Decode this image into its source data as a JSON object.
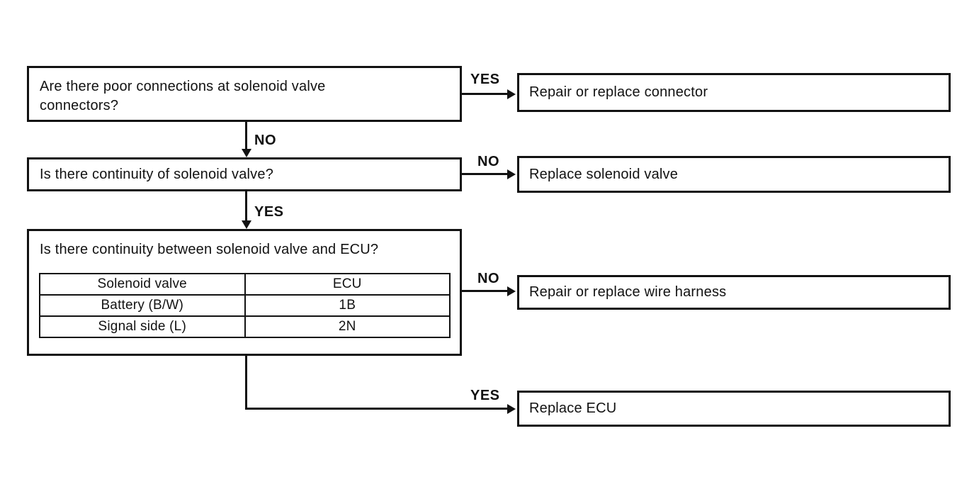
{
  "flowchart": {
    "steps": [
      {
        "question": "Are there poor connections at solenoid valve connectors?",
        "yes_label": "YES",
        "no_label": "NO"
      },
      {
        "question": "Is there continuity of solenoid valve?",
        "no_label": "NO",
        "yes_label": "YES"
      },
      {
        "question": "Is there continuity between solenoid valve and ECU?",
        "no_label": "NO",
        "yes_label": "YES"
      }
    ],
    "results": [
      {
        "text": "Repair or replace connector"
      },
      {
        "text": "Replace solenoid valve"
      },
      {
        "text": "Repair or replace wire harness"
      },
      {
        "text": "Replace ECU"
      }
    ],
    "pin_table": {
      "headers": [
        "Solenoid valve",
        "ECU"
      ],
      "rows": [
        [
          "Battery (B/W)",
          "1B"
        ],
        [
          "Signal side (L)",
          "2N"
        ]
      ]
    },
    "colors": {
      "ink": "#121212",
      "paper": "#ffffff"
    }
  }
}
